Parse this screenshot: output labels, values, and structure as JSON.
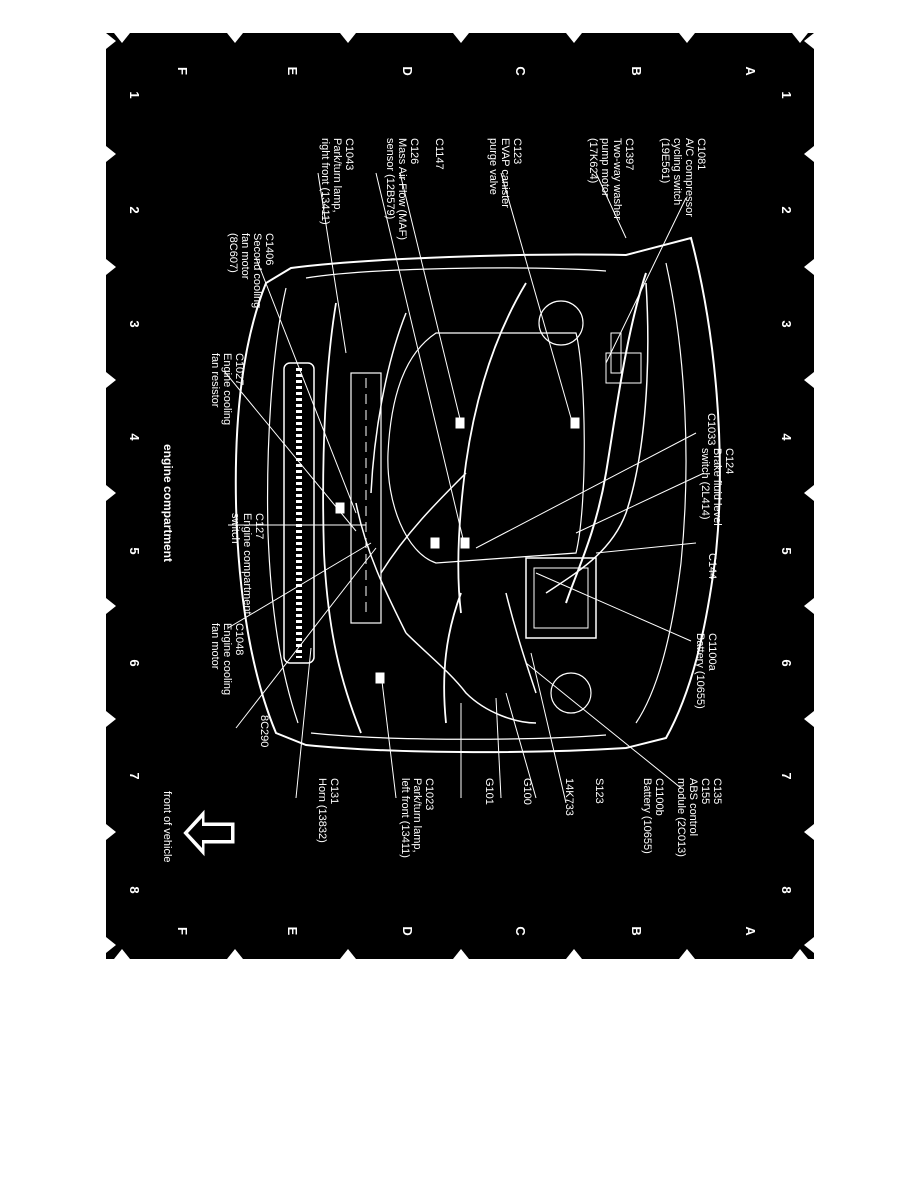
{
  "diagram": {
    "title": "engine compartment",
    "front_label": "front of vehicle",
    "grid_rows": [
      "A",
      "B",
      "C",
      "D",
      "E",
      "F"
    ],
    "grid_cols": [
      "1",
      "2",
      "3",
      "4",
      "5",
      "6",
      "7",
      "8"
    ],
    "callouts": {
      "c1081": [
        "C1081",
        "A/C compressor",
        "cycling switch",
        "(19E561)"
      ],
      "c1397": [
        "C1397",
        "Two-way washer",
        "pump motor",
        "(17K624)"
      ],
      "c123": [
        "C123",
        "EVAP canister",
        "purge valve"
      ],
      "c1147": [
        "C1147"
      ],
      "c126": [
        "C126",
        "Mass Air Flow (MAF)",
        "sensor (12B579)"
      ],
      "c1043": [
        "C1043",
        "Park/turn lamp,",
        "right front (13411)"
      ],
      "c1406": [
        "C1406",
        "Second cooling",
        "fan motor",
        "(8C607)"
      ],
      "c1027": [
        "C1027",
        "Engine cooling",
        "fan resistor"
      ],
      "c124": [
        "C124",
        "Brake fluid level",
        "switch (2L414)"
      ],
      "c1033": [
        "C1033"
      ],
      "c127": [
        "C127",
        "Engine compartment",
        "switch"
      ],
      "c144": [
        "C144"
      ],
      "c1100a": [
        "C1100a",
        "Battery (10655)"
      ],
      "c1048": [
        "C1048",
        "Engine cooling",
        "fan motor"
      ],
      "8c290": [
        "8C290"
      ],
      "c135": [
        "C135",
        "C155",
        "ABS control",
        "module (2C013)"
      ],
      "c1100b": [
        "C1100b",
        "Battery (10655)"
      ],
      "s123": [
        "S123"
      ],
      "14k733": [
        "14K733"
      ],
      "g100": [
        "G100"
      ],
      "g101": [
        "G101"
      ],
      "c1023": [
        "C1023",
        "Park/turn lamp,",
        "left front (13411)"
      ],
      "c131": [
        "C131",
        "Horn (13832)"
      ]
    }
  }
}
